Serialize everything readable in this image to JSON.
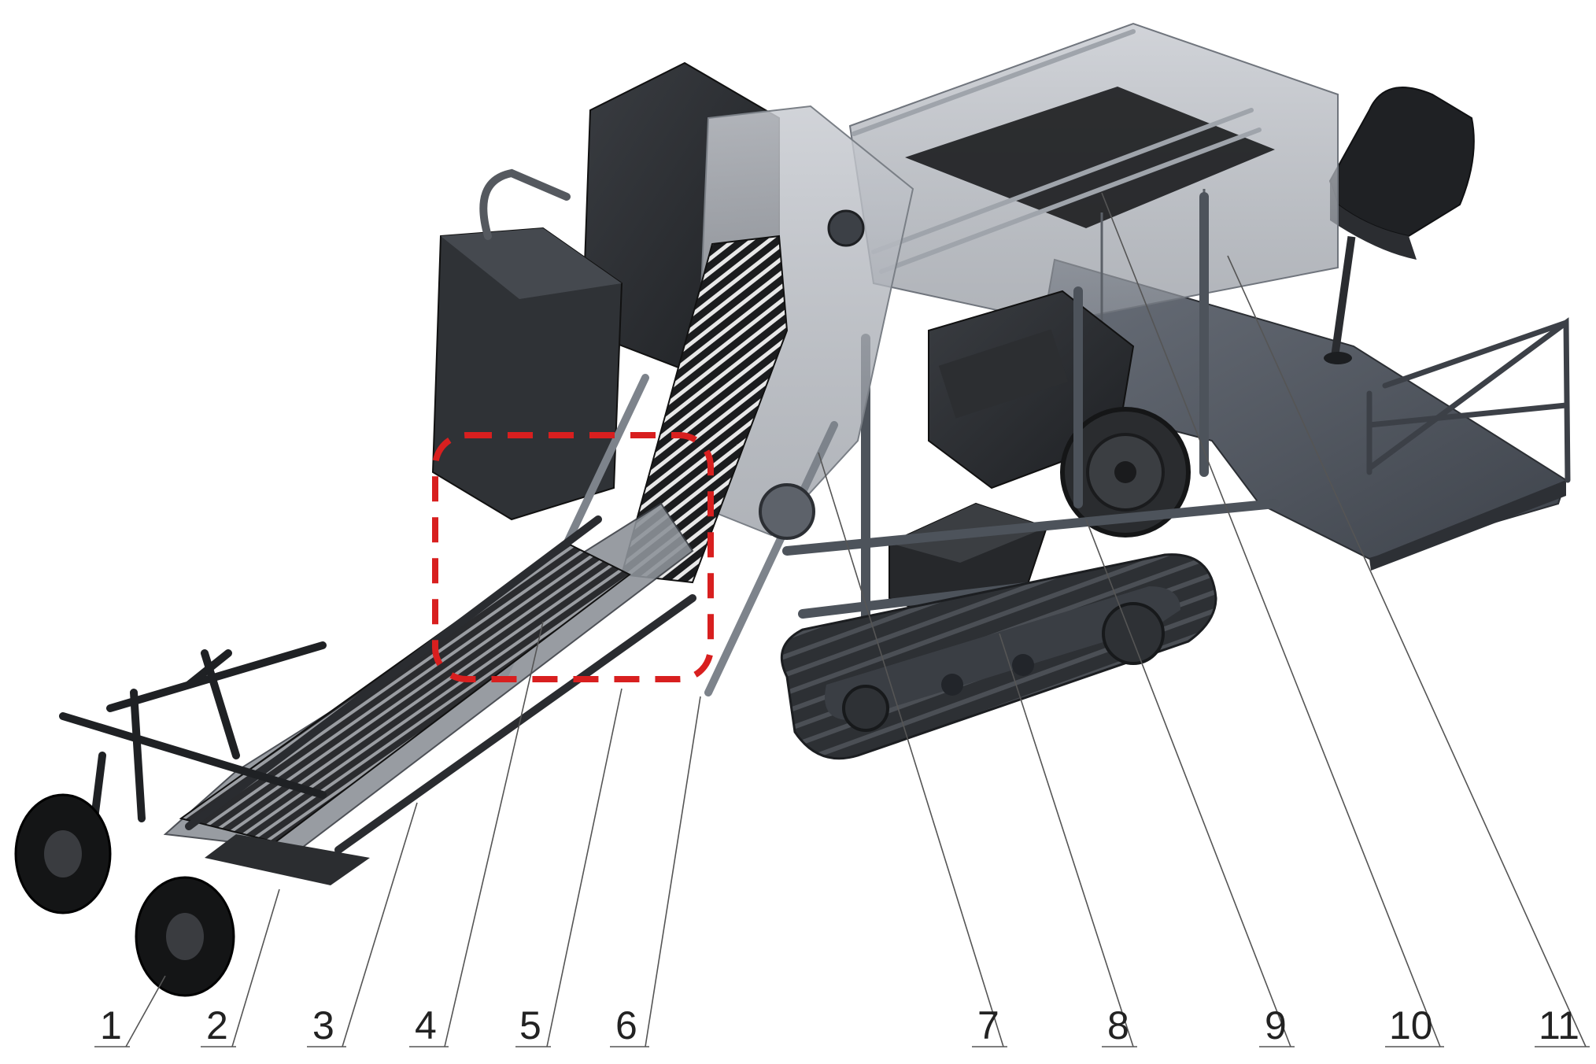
{
  "figure": {
    "callouts": [
      {
        "id": "1",
        "label": "1"
      },
      {
        "id": "2",
        "label": "2"
      },
      {
        "id": "3",
        "label": "3"
      },
      {
        "id": "4",
        "label": "4"
      },
      {
        "id": "5",
        "label": "5"
      },
      {
        "id": "6",
        "label": "6"
      },
      {
        "id": "7",
        "label": "7"
      },
      {
        "id": "8",
        "label": "8"
      },
      {
        "id": "9",
        "label": "9"
      },
      {
        "id": "10",
        "label": "10"
      },
      {
        "id": "11",
        "label": "11"
      }
    ],
    "highlight_color": "#d81f1f"
  }
}
